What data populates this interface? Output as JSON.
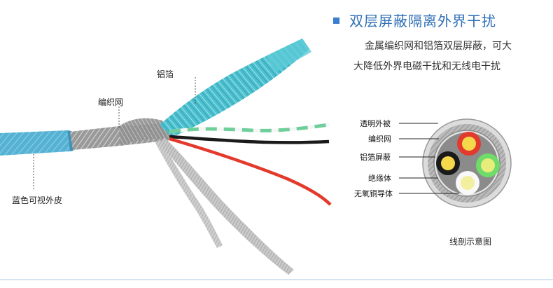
{
  "headline": "双层屏蔽隔离外界干扰",
  "description_lines": [
    "金属编织网和铝箔双层屏蔽，可大",
    "大降低外界电磁干扰和无线电干扰"
  ],
  "cable_labels": {
    "foil": "铝箔",
    "braid": "编织网",
    "jacket": "蓝色可视外皮"
  },
  "cross_section_labels": [
    "透明外被",
    "编织网",
    "铝箔屏蔽",
    "绝缘体",
    "无氧铜导体"
  ],
  "cross_section_caption": "线剖示意图",
  "colors": {
    "headline": "#2f6fb5",
    "jacket": "#5fb7d6",
    "foil": "#3fb4c4",
    "wire_red": "#e23a2c",
    "wire_black": "#1a1a1a",
    "wire_green": "#6fcf9a",
    "wire_white": "#f3f3f3"
  }
}
